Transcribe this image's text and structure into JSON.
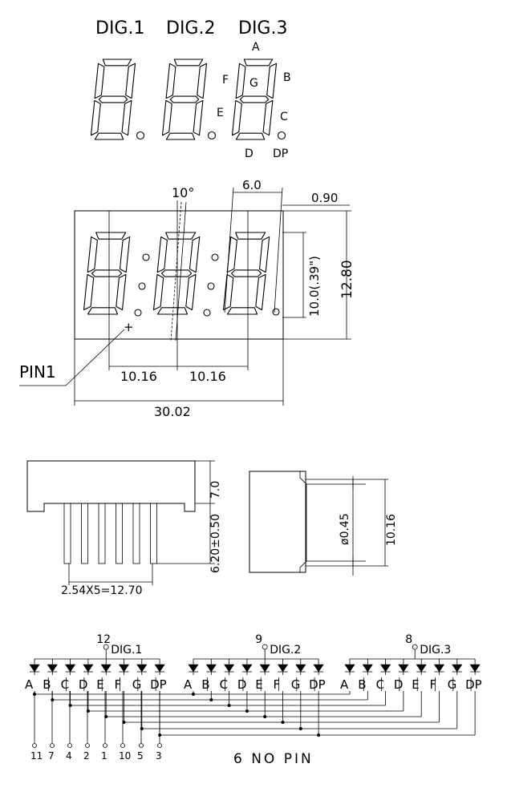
{
  "top_view": {
    "digit_labels": [
      "DIG.1",
      "DIG.2",
      "DIG.3"
    ],
    "segment_labels": {
      "A": "A",
      "B": "B",
      "C": "C",
      "D": "D",
      "E": "E",
      "F": "F",
      "G": "G",
      "DP": "DP"
    }
  },
  "front_dims": {
    "angle": "10°",
    "digit_width": "6.0",
    "offset": "0.90",
    "digit_height": "10.0(.39\")",
    "height": "12.80",
    "pitch_1": "10.16",
    "pitch_2": "10.16",
    "width": "30.02",
    "pin1_label": "PIN1",
    "pin1_mark": "+"
  },
  "side_dims": {
    "body_height": "7.0",
    "pin_length": "6.20±0.50",
    "pin_pitch": "2.54X5=12.70",
    "pin_diameter": "ø0.45",
    "row_spacing": "10.16"
  },
  "circuit": {
    "digits": [
      {
        "pin": "12",
        "label": "DIG.1"
      },
      {
        "pin": "9",
        "label": "DIG.2"
      },
      {
        "pin": "8",
        "label": "DIG.3"
      }
    ],
    "segments": [
      "A",
      "B",
      "C",
      "D",
      "E",
      "F",
      "G",
      "DP"
    ],
    "bottom_pins": [
      "11",
      "7",
      "4",
      "2",
      "1",
      "10",
      "5",
      "3"
    ],
    "note": "6 NO PIN"
  }
}
